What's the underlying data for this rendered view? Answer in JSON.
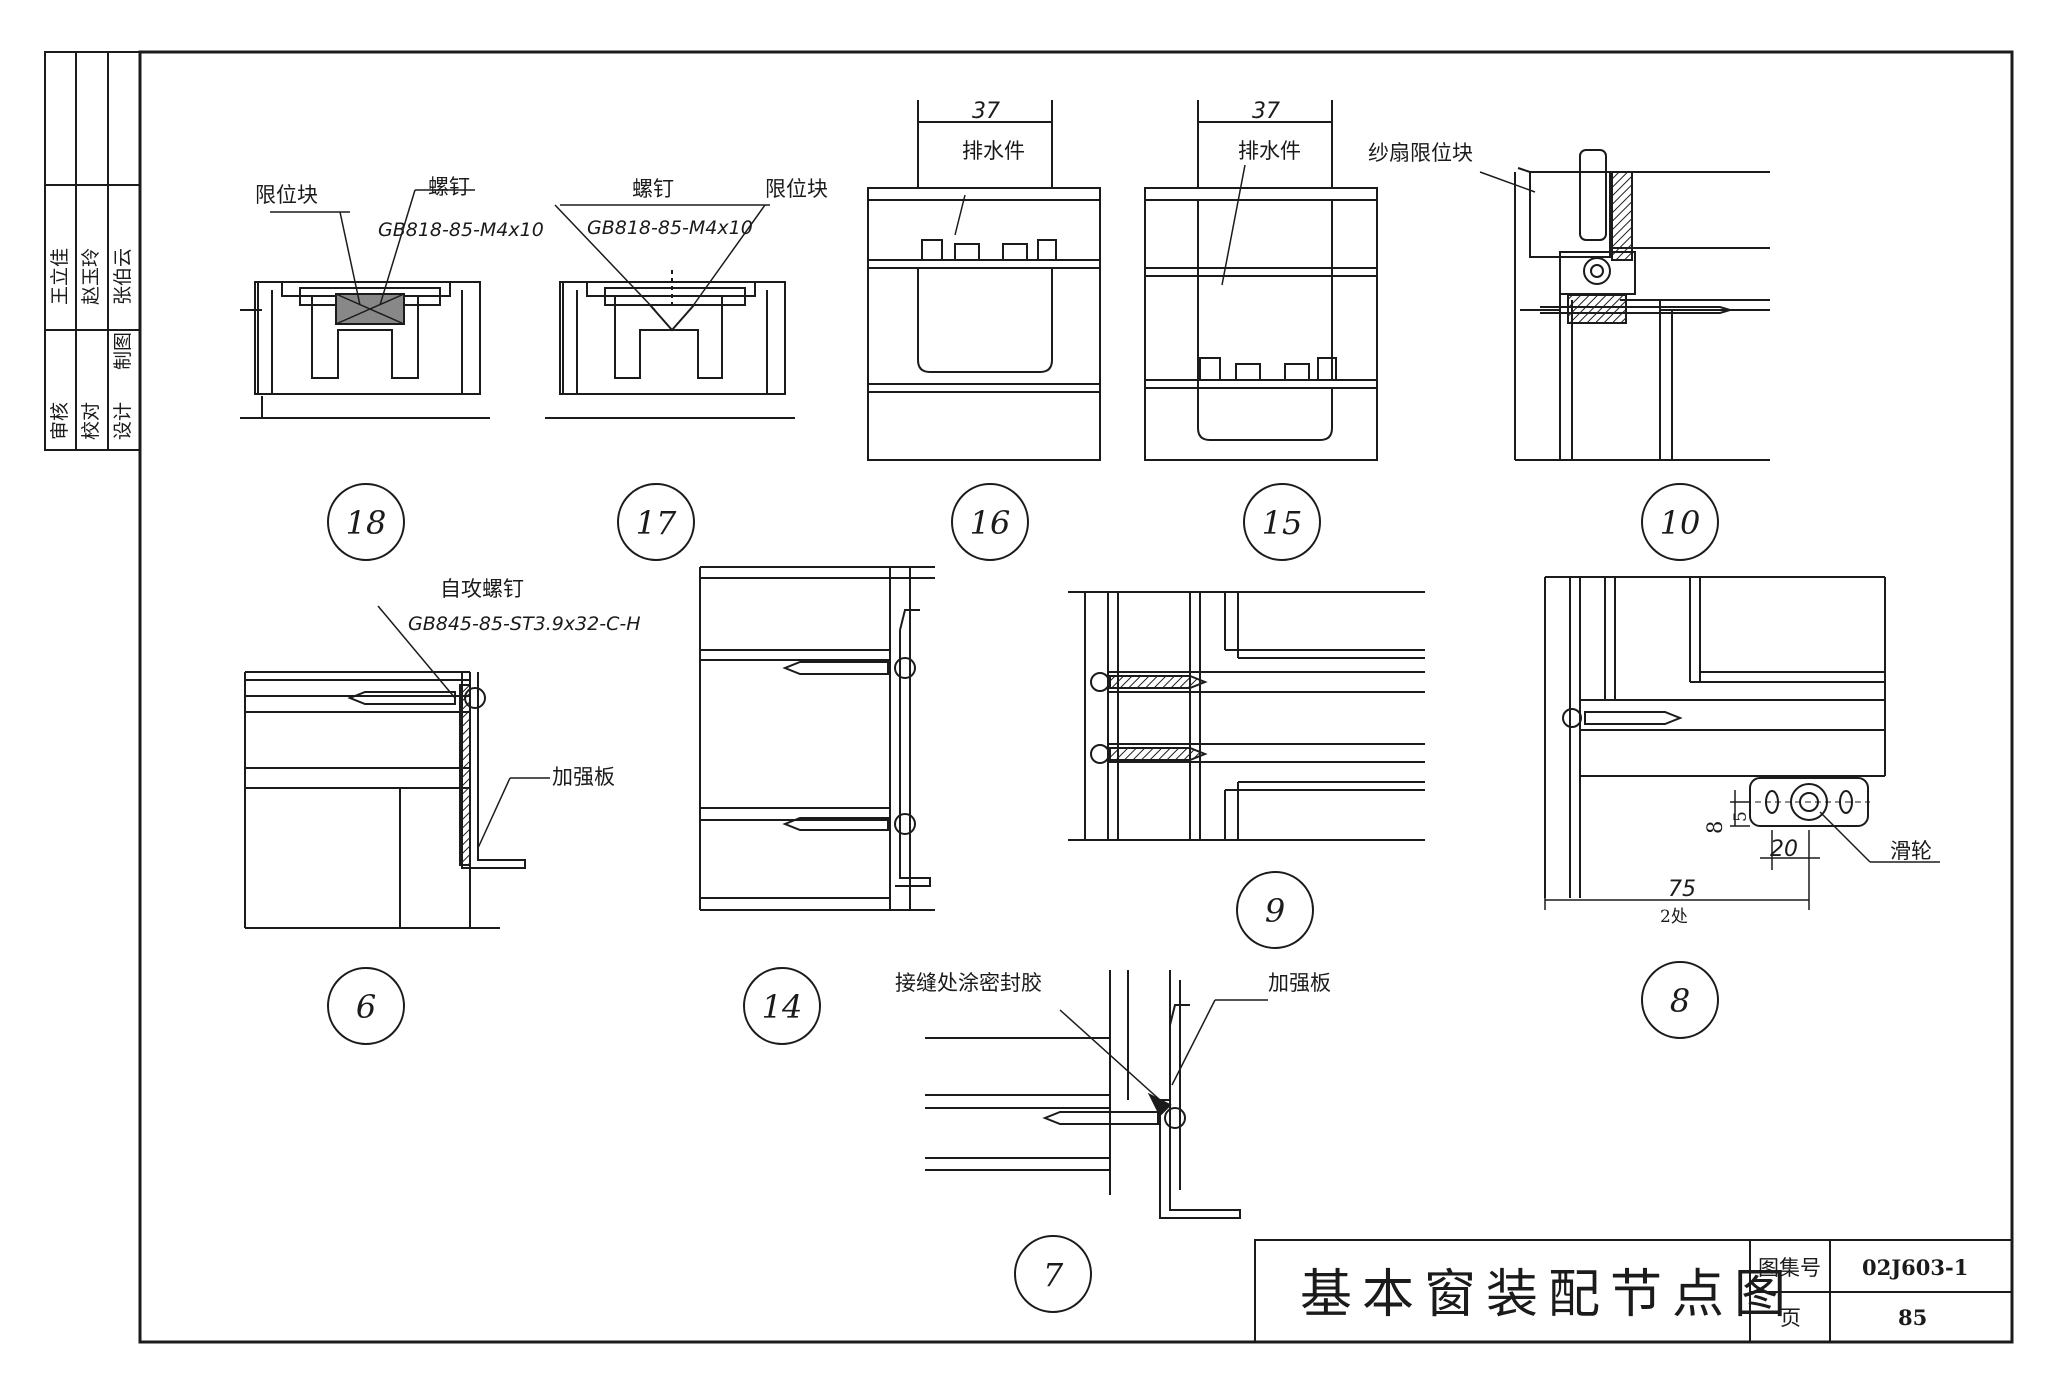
{
  "title_block": {
    "title": "基本窗装配节点图",
    "atlas_label": "图集号",
    "atlas_no": "02J603-1",
    "page_label": "页",
    "page_no": "85"
  },
  "signature_block": {
    "roles": [
      "审核",
      "校对",
      "设计",
      "制图"
    ],
    "names": [
      "王立佳",
      "赵玉玲",
      "张伯云"
    ]
  },
  "details": [
    {
      "id": "18",
      "labels": [
        "限位块",
        "螺钉",
        "GB818-85-M4x10"
      ]
    },
    {
      "id": "17",
      "labels": [
        "螺钉",
        "GB818-85-M4x10",
        "限位块"
      ]
    },
    {
      "id": "16",
      "labels": [
        "37",
        "排水件"
      ]
    },
    {
      "id": "15",
      "labels": [
        "37",
        "排水件"
      ]
    },
    {
      "id": "10",
      "labels": [
        "纱扇限位块"
      ]
    },
    {
      "id": "6",
      "labels": [
        "自攻螺钉",
        "GB845-85-ST3.9x32-C-H",
        "加强板"
      ]
    },
    {
      "id": "14",
      "labels": []
    },
    {
      "id": "9",
      "labels": []
    },
    {
      "id": "8",
      "labels": [
        "8",
        "5",
        "20",
        "滑轮",
        "75",
        "2处"
      ]
    },
    {
      "id": "7",
      "labels": [
        "接缝处涂密封胶",
        "加强板"
      ]
    }
  ]
}
